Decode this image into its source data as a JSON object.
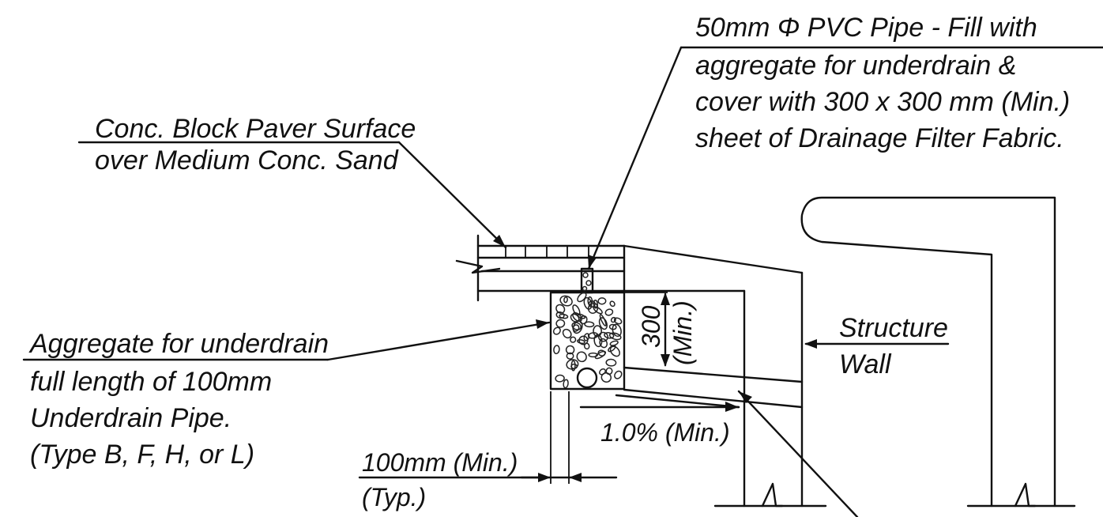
{
  "notes": {
    "paver_line1": "Conc. Block Paver Surface",
    "paver_line2": "over Medium Conc. Sand",
    "pvc_line1": "50mm Φ PVC Pipe - Fill with",
    "pvc_line2": "aggregate for underdrain &",
    "pvc_line3": "cover with 300 x 300 mm (Min.)",
    "pvc_line4": "sheet of Drainage Filter Fabric.",
    "aggregate_line1": "Aggregate for underdrain",
    "aggregate_line2": "full length of 100mm",
    "aggregate_line3": "Underdrain Pipe.",
    "aggregate_line4": "(Type B, F, H, or L)",
    "wall_line1": "Structure",
    "wall_line2": "Wall"
  },
  "dimensions": {
    "depth_value": "300",
    "depth_qualifier": "(Min.)",
    "slope": "1.0% (Min.)",
    "width_line1": "100mm (Min.)",
    "width_line2": "(Typ.)"
  }
}
